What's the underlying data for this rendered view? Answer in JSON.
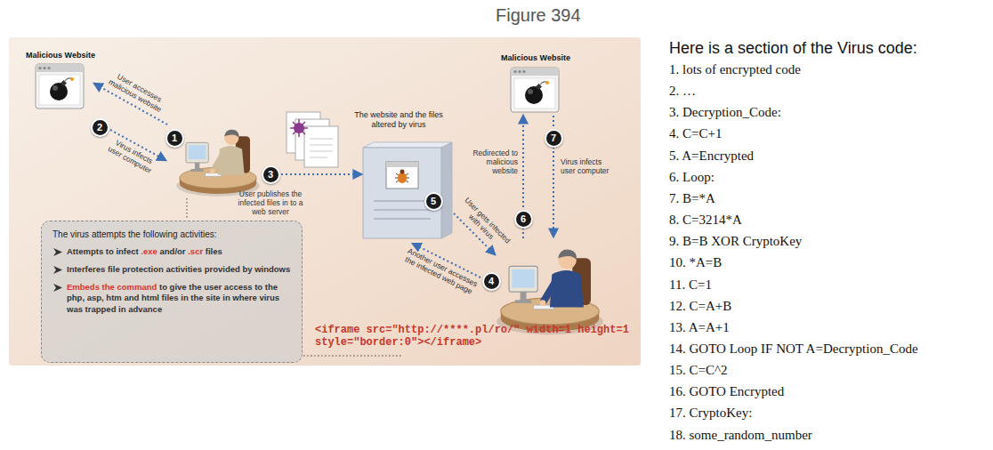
{
  "diagram": {
    "nodes": [
      {
        "text": [
          "Malicious Website"
        ]
      },
      {
        "text": [
          "Malicious Website"
        ]
      },
      {
        "text": [
          "The website and the files altered by virus"
        ]
      },
      {
        "text": [
          "The virus attempts the following activities:",
          "Attempts to infect",
          ".exe",
          "and/or",
          ".scr",
          "files",
          "Interferes file protection activities provided by windows",
          "Embeds the command",
          "to give the user access to the php, asp, htm and html files in the site in where virus was trapped in advance"
        ]
      }
    ],
    "labels": [
      "Figure 394",
      "User accesses malicious website",
      "1",
      "2",
      "Virus infects user computer",
      "3",
      "User publishes the infected files in to a web server",
      "Redirected to malicious website",
      "7",
      "Virus infects user computer",
      "5",
      "User gets infected with virus",
      "6",
      "4",
      "Another user accesses the infected web page",
      "<iframe src=\"http://****.pl/ro/\" width=1 height=1 style=\"border:0\"></iframe>",
      "Here is a section of the Virus code:",
      "1. lots of encrypted code",
      "2. …",
      "3. Decryption_Code:",
      "4. C=C+1",
      "5. A=Encrypted",
      "6. Loop:",
      "7. B=*A",
      "8. C=3214*A",
      "9. B=B XOR CryptoKey",
      "10. *A=B",
      "11. C=1",
      "12. C=A+B",
      "13. A=A+1",
      "14. GOTO Loop IF NOT A=Decryption_Code",
      "15. C=C^2",
      "16. GOTO Encrypted",
      "17. CryptoKey:",
      "18. some_random_number"
    ]
  }
}
